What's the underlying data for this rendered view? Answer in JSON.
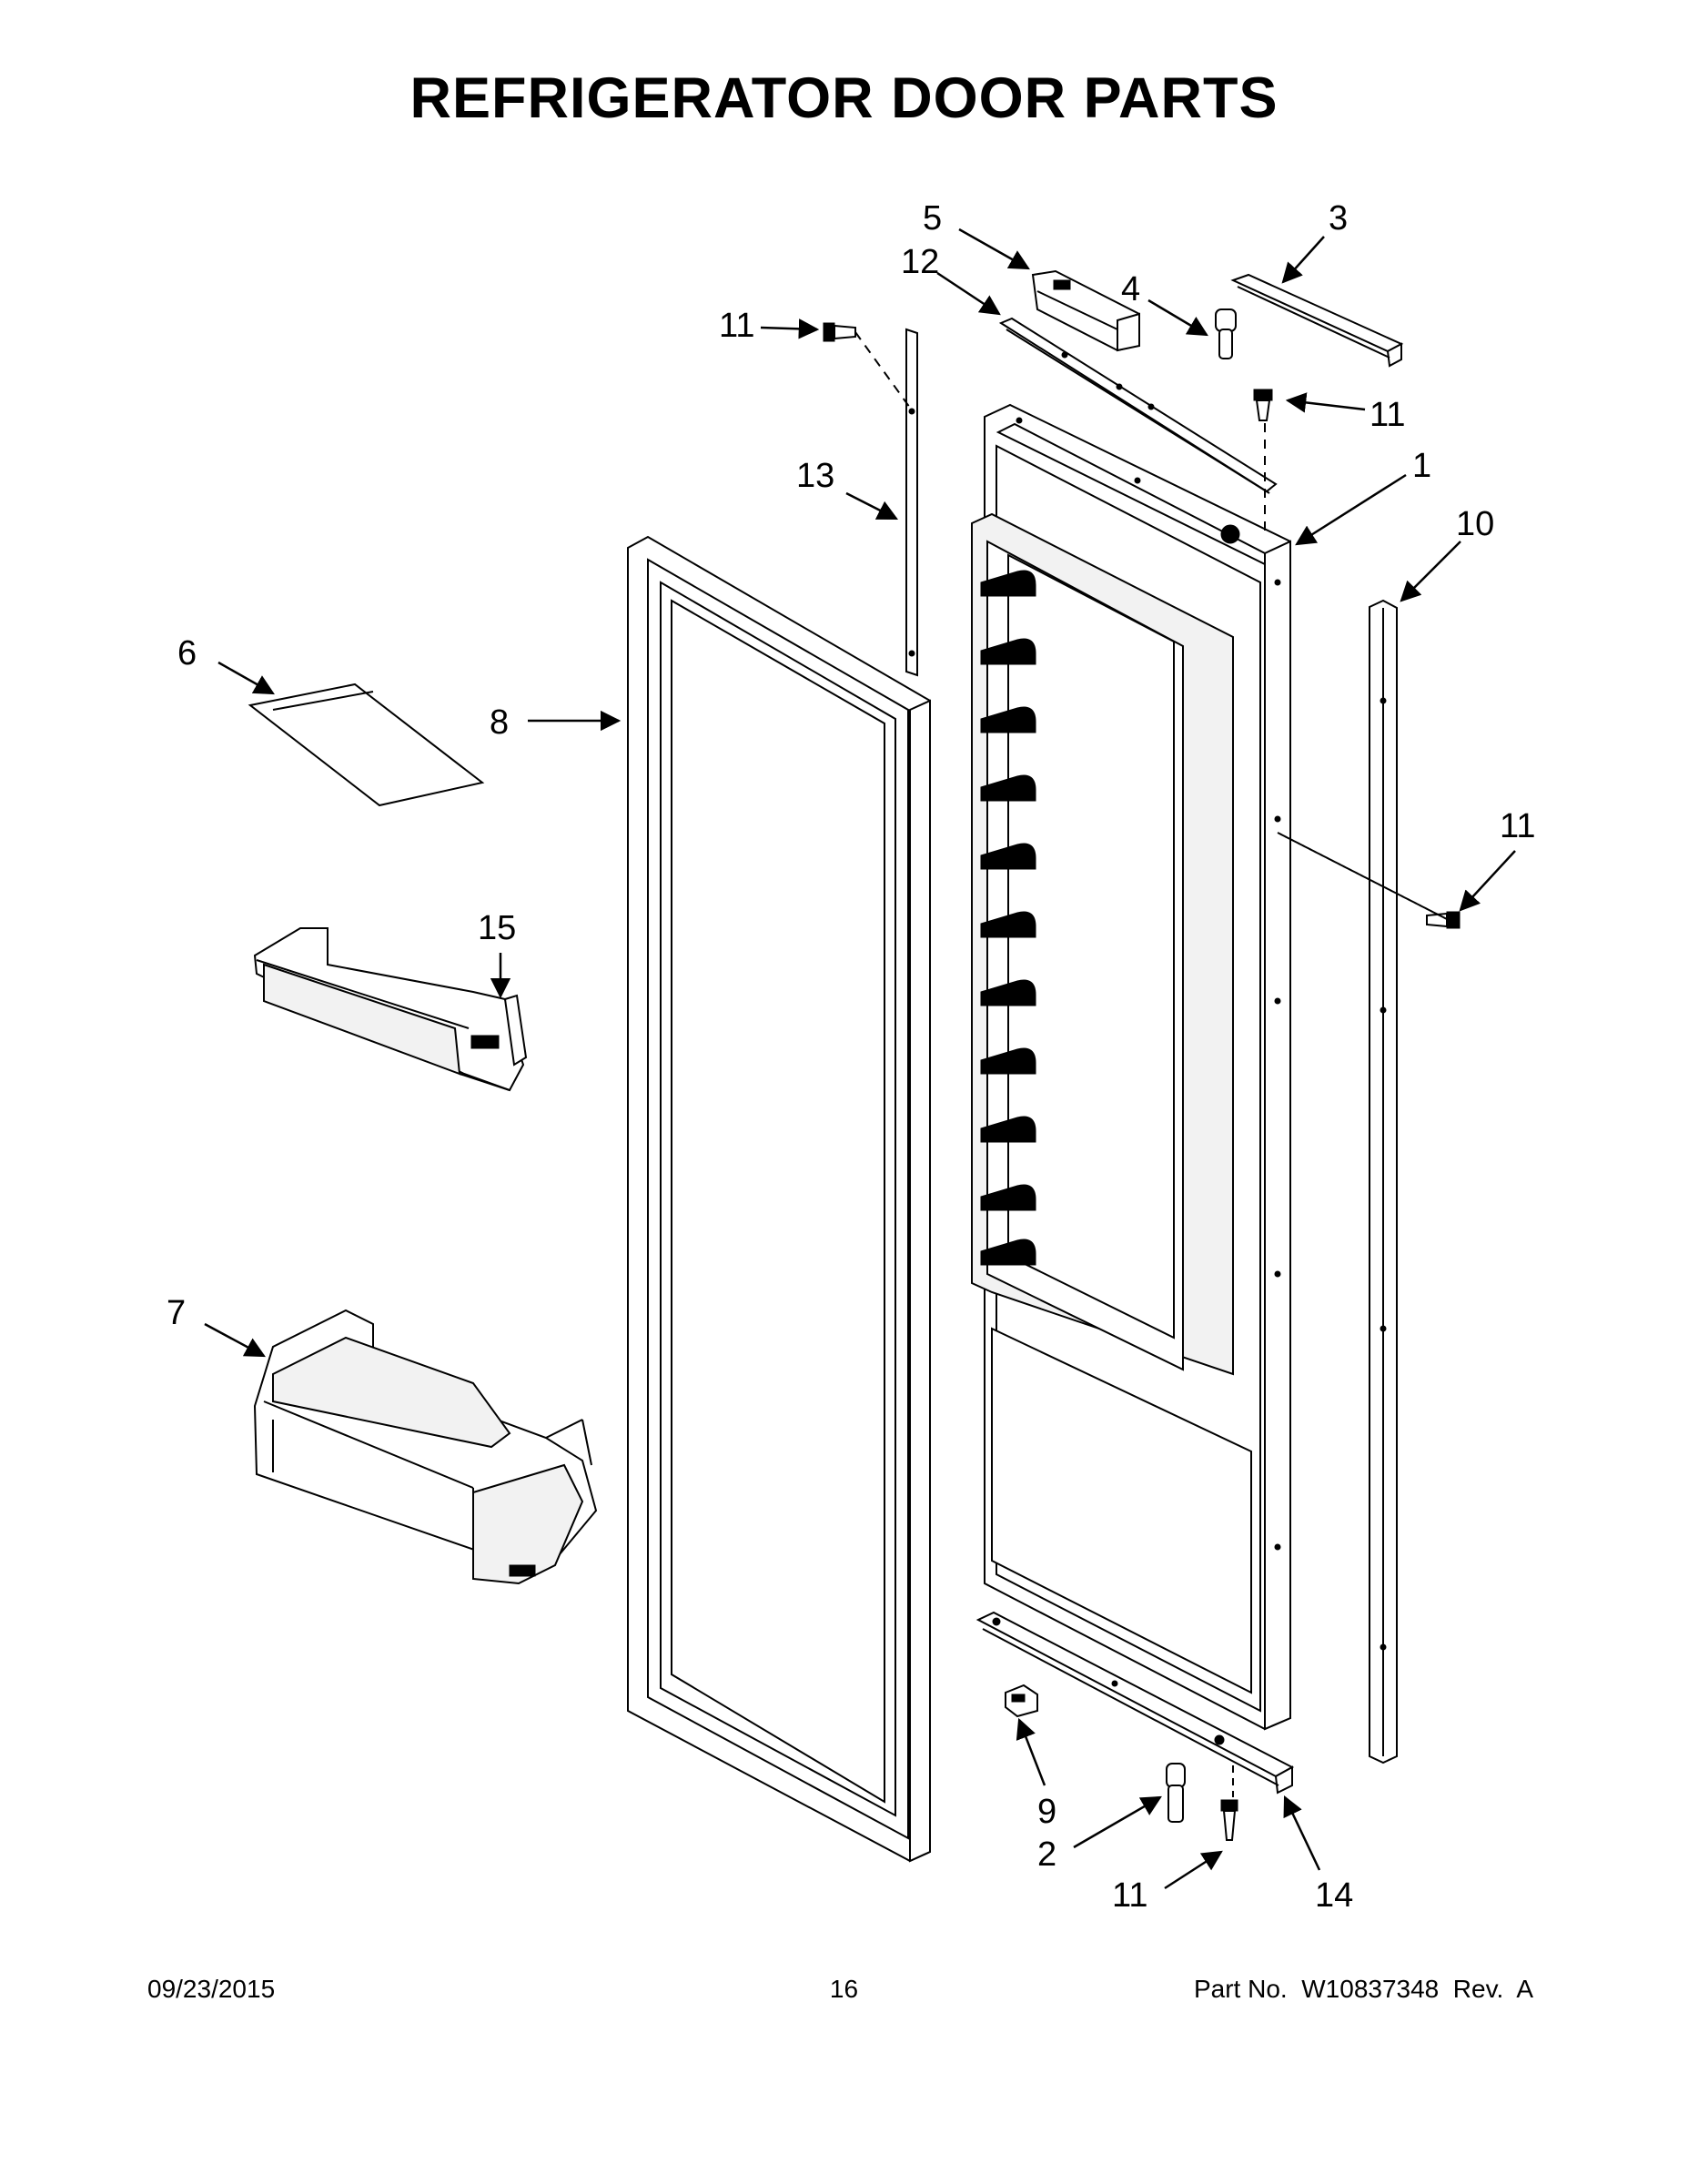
{
  "title": "REFRIGERATOR DOOR PARTS",
  "callouts": {
    "c1": "1",
    "c2": "2",
    "c3": "3",
    "c4": "4",
    "c5": "5",
    "c6": "6",
    "c7": "7",
    "c8": "8",
    "c9": "9",
    "c10": "10",
    "c11_top": "11",
    "c11_hinge": "11",
    "c11_side": "11",
    "c11_bottom": "11",
    "c12": "12",
    "c13": "13",
    "c14": "14",
    "c15": "15"
  },
  "footer": {
    "date": "09/23/2015",
    "page": "16",
    "part": "Part No.  W10837348  Rev.  A"
  }
}
